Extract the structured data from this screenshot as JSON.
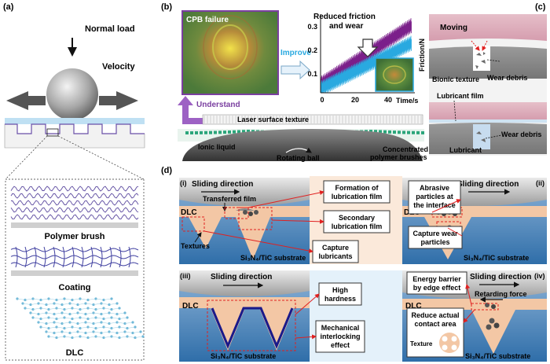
{
  "panels": {
    "a": "(a)",
    "b": "(b)",
    "c": "(c)",
    "d": "(d)"
  },
  "panel_a": {
    "normal_load": "Normal load",
    "velocity": "Velocity",
    "polymer_brush": "Polymer brush",
    "coating": "Coating",
    "dlc": "DLC"
  },
  "panel_b": {
    "cpb_failure": "CPB failure",
    "improve": "Improve",
    "understand": "Understand",
    "reduced_1": "Reduced friction",
    "reduced_2": "and wear",
    "ylabel": "Friction/N",
    "xlabel": "Time/s",
    "yticks": [
      "0.3",
      "0.2",
      "0.1"
    ],
    "xticks": [
      "0",
      "20",
      "40"
    ],
    "laser": "Laser surface texture",
    "ionic": "Ionic liquid",
    "rotating": "Rotating ball",
    "conc_1": "Concentrated",
    "conc_2": "polymer brushes"
  },
  "panel_c": {
    "moving": "Moving",
    "bionic": "Bionic texture",
    "wear_debris_1": "Wear debris",
    "lubricant_film": "Lubricant film",
    "lubricant": "Lubricant",
    "wear_debris_2": "Wear debris"
  },
  "panel_d": {
    "i": "(i)",
    "ii": "(ii)",
    "iii": "(iii)",
    "iv": "(iv)",
    "sliding": "Sliding direction",
    "transferred": "Transferred film",
    "dlc": "DLC",
    "textures": "Textures",
    "substrate": "Si₃N₄/TiC substrate",
    "formation_1": "Formation of",
    "formation_2": "lubrication film",
    "secondary_1": "Secondary",
    "secondary_2": "lubrication film",
    "capture_lub_1": "Capture",
    "capture_lub_2": "lubricants",
    "abrasive_1": "Abrasive",
    "abrasive_2": "particles at",
    "abrasive_3": "the interface",
    "capture_wear_1": "Capture wear",
    "capture_wear_2": "particles",
    "high_1": "High",
    "high_2": "hardness",
    "mech_1": "Mechanical",
    "mech_2": "interlocking",
    "mech_3": "effect",
    "energy_1": "Energy barrier",
    "energy_2": "by edge effect",
    "reduce_1": "Reduce actual",
    "reduce_2": "contact area",
    "texture": "Texture",
    "retarding": "Retarding force"
  }
}
